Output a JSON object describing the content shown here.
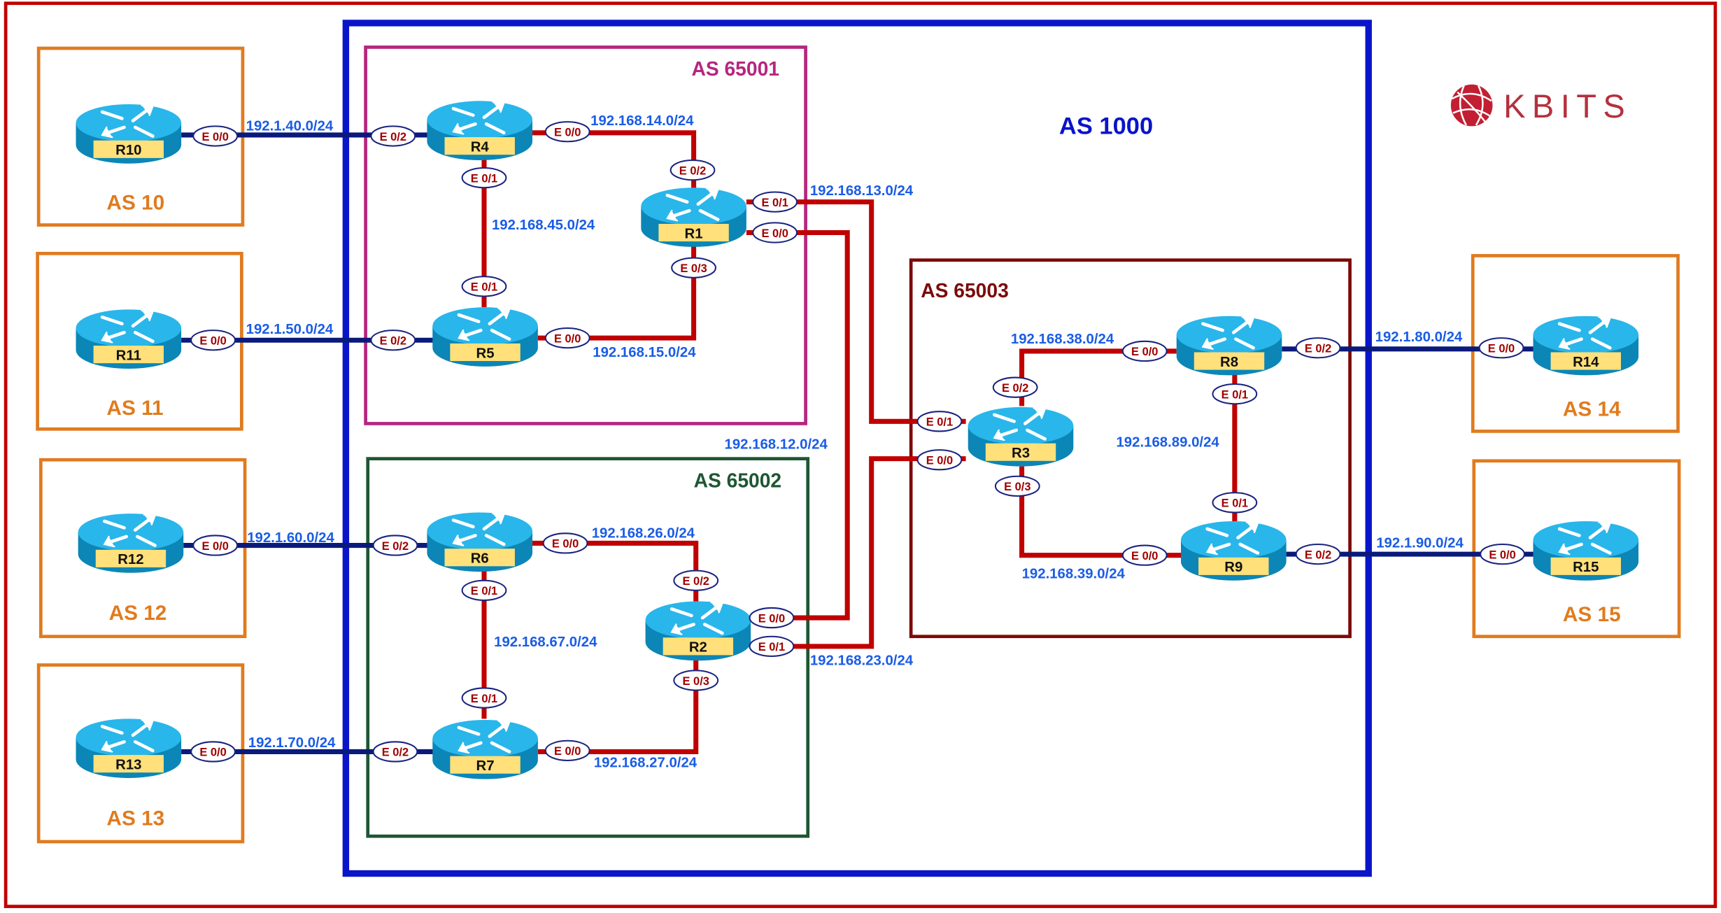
{
  "colors": {
    "outer_border": "#c00000",
    "as1000": "#0a14c8",
    "as65001": "#b5267f",
    "as65002": "#1e5631",
    "as65003": "#7b0a0a",
    "external_as": "#e07b1f",
    "ibgp_link": "#c00000",
    "ebgp_link": "#0a1a7a",
    "subnet_text": "#1a5ce6",
    "router_top": "#29b6ea",
    "router_body": "#0b86b6",
    "router_label": "#ffe07a",
    "logo": "#c21f32"
  },
  "logo": {
    "text": "KBITS",
    "icon": "globe-icon"
  },
  "as_labels": [
    "AS 1000",
    "AS 65001",
    "AS 65002",
    "AS 65003",
    "AS 10",
    "AS 11",
    "AS 12",
    "AS 13",
    "AS 14",
    "AS 15"
  ],
  "routers": [
    "R1",
    "R2",
    "R3",
    "R4",
    "R5",
    "R6",
    "R7",
    "R8",
    "R9",
    "R10",
    "R11",
    "R12",
    "R13",
    "R14",
    "R15"
  ],
  "interfaces": [
    "E 0/0",
    "E 0/2",
    "E 0/0",
    "E 0/1",
    "E 0/2",
    "E 0/1",
    "E 0/0",
    "E 0/3",
    "E 0/1",
    "E 0/2",
    "E 0/0",
    "E 0/0",
    "E 0/0",
    "E 0/2",
    "E 0/0",
    "E 0/1",
    "E 0/2",
    "E 0/0",
    "E 0/1",
    "E 0/3",
    "E 0/1",
    "E 0/2",
    "E 0/0",
    "E 0/0",
    "E 0/1",
    "E 0/0",
    "E 0/2",
    "E 0/3",
    "E 0/0",
    "E 0/2",
    "E 0/1",
    "E 0/1",
    "E 0/0",
    "E 0/2",
    "E 0/0",
    "E 0/0"
  ],
  "subnets": [
    "192.1.40.0/24",
    "192.168.14.0/24",
    "192.168.45.0/24",
    "192.168.13.0/24",
    "192.1.50.0/24",
    "192.168.15.0/24",
    "192.168.12.0/24",
    "192.1.60.0/24",
    "192.168.26.0/24",
    "192.168.67.0/24",
    "192.168.23.0/24",
    "192.1.70.0/24",
    "192.168.27.0/24",
    "192.168.38.0/24",
    "192.168.89.0/24",
    "192.168.39.0/24",
    "192.1.80.0/24",
    "192.1.90.0/24"
  ]
}
